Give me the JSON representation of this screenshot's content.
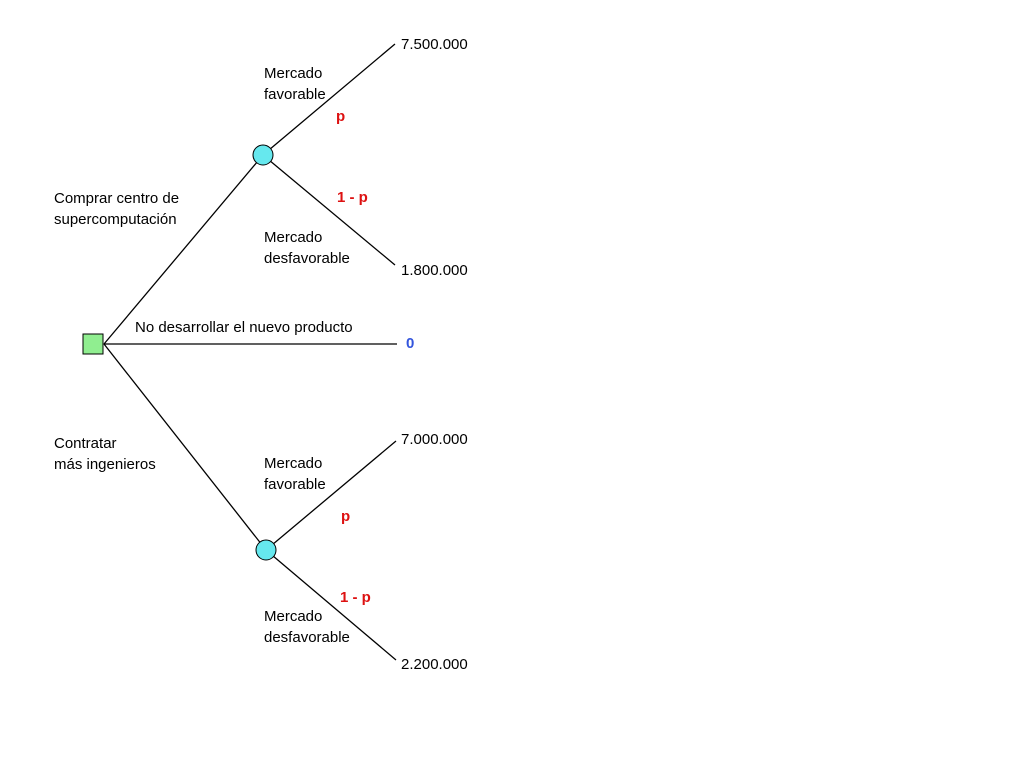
{
  "diagram": {
    "decision_node": {
      "fill": "#90ee90"
    },
    "chance_node": {
      "fill": "#66e8ee"
    },
    "colors": {
      "probability": "#dd1111",
      "zero_payoff": "#3355dd",
      "line": "#000000"
    },
    "branch_buy": {
      "label_line1": "Comprar centro de",
      "label_line2": "supercomputación",
      "favorable": {
        "line1": "Mercado",
        "line2": "favorable",
        "prob": "p",
        "payoff": "7.500.000"
      },
      "unfavorable": {
        "line1": "Mercado",
        "line2": "desfavorable",
        "prob": "1 - p",
        "payoff": "1.800.000"
      }
    },
    "branch_none": {
      "label": "No desarrollar el nuevo producto",
      "payoff": "0"
    },
    "branch_hire": {
      "label_line1": "Contratar",
      "label_line2": "más ingenieros",
      "favorable": {
        "line1": "Mercado",
        "line2": "favorable",
        "prob": "p",
        "payoff": "7.000.000"
      },
      "unfavorable": {
        "line1": "Mercado",
        "line2": "desfavorable",
        "prob": "1 - p",
        "payoff": "2.200.000"
      }
    }
  }
}
